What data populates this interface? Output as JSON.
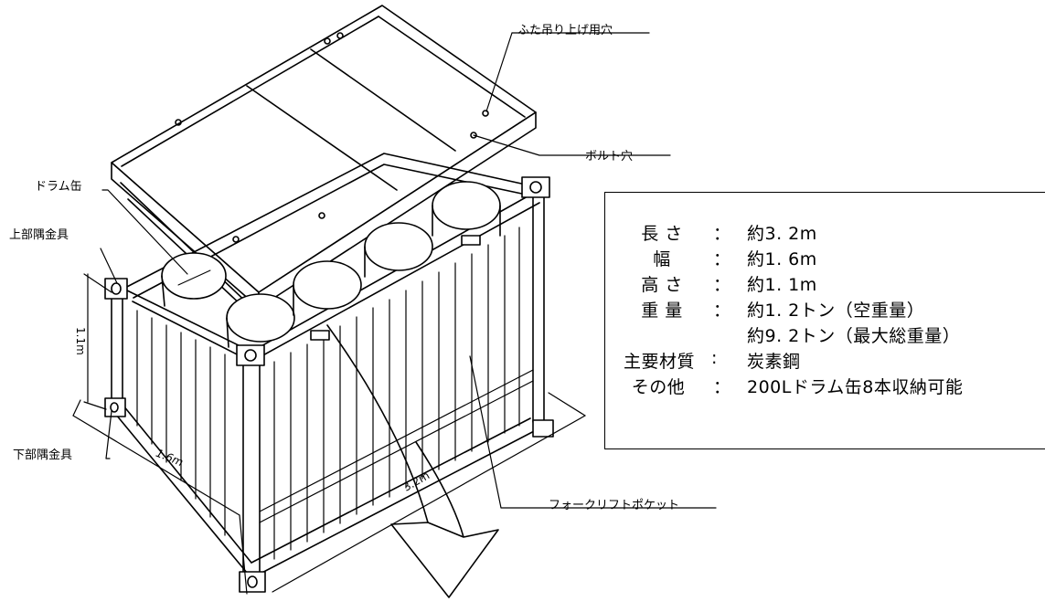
{
  "callouts": {
    "lid_lift_hole": "ふた吊り上げ用穴",
    "bolt_hole": "ボルト穴",
    "drum": "ドラム缶",
    "upper_corner": "上部隅金具",
    "lower_corner": "下部隅金具",
    "forklift_pocket": "フォークリフトポケット"
  },
  "dimensions": {
    "height": "1.1m",
    "width": "1.6m",
    "length": "3.2m"
  },
  "specs": [
    {
      "key": "長 さ",
      "colon": "：",
      "value": "約3. 2m"
    },
    {
      "key": "幅",
      "colon": "：",
      "value": "約1. 6m"
    },
    {
      "key": "高 さ",
      "colon": "：",
      "value": "約1. 1m"
    },
    {
      "key": "重 量",
      "colon": "：",
      "value": "約1. 2トン（空重量）"
    },
    {
      "key": "",
      "colon": "",
      "value": "約9. 2トン（最大総重量）"
    },
    {
      "key": "主要材質",
      "colon": ":",
      "value": "炭素鋼"
    },
    {
      "key": "その他",
      "colon": "：",
      "value": "200Lドラム缶8本収納可能"
    }
  ]
}
